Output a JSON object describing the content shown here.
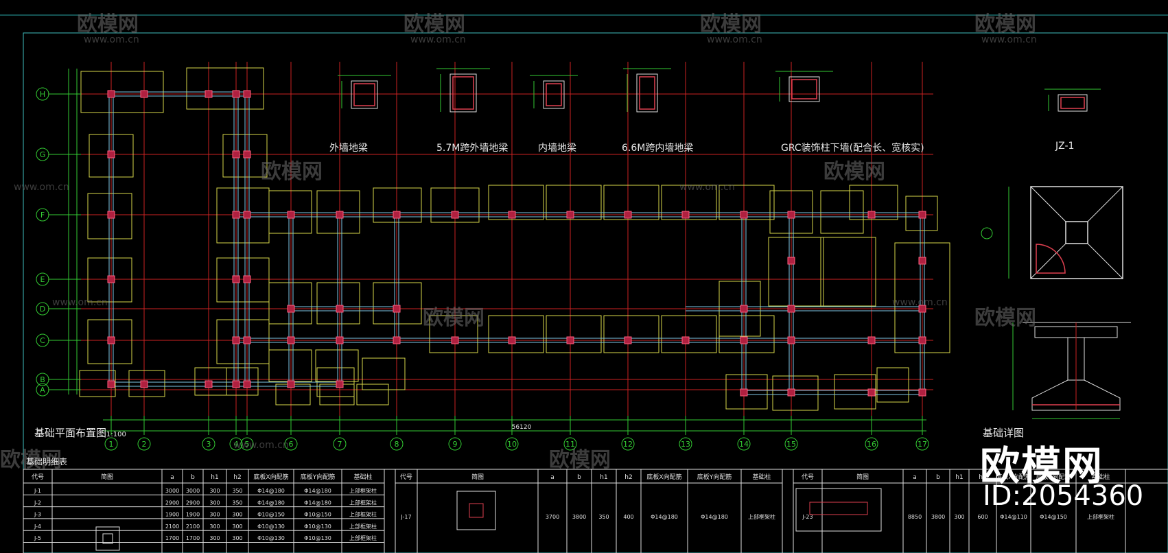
{
  "watermark": {
    "cn": "欧模网",
    "url": "www.om.cn"
  },
  "big_watermark": "欧模网",
  "id_text": "ID:2054360",
  "titles": {
    "plan": "基础平面布置图",
    "plan_scale": "1:100",
    "detail": "基础详图",
    "table": "基础明细表"
  },
  "sections": [
    "外墙地梁",
    "5.7M跨外墙地梁",
    "内墙地梁",
    "6.6M跨内墙地梁",
    "GRC装饰柱下墙(配合长、宽核实)",
    "JZ-1"
  ],
  "axes_horizontal": [
    "1",
    "2",
    "3",
    "4",
    "5",
    "6",
    "7",
    "8",
    "9",
    "10",
    "11",
    "12",
    "13",
    "14",
    "15",
    "16",
    "17"
  ],
  "axes_vertical": [
    "H",
    "G",
    "F",
    "E",
    "D",
    "C",
    "B",
    "A"
  ],
  "total_length": "56120",
  "table_headers": [
    "代号",
    "简图",
    "a",
    "b",
    "h1",
    "h2",
    "底板X向配筋",
    "底板Y向配筋",
    "基础柱"
  ],
  "table_rows": [
    [
      "J-1",
      "",
      "3000",
      "3000",
      "300",
      "350",
      "Φ14@180",
      "Φ14@180",
      "上部框架柱"
    ],
    [
      "J-2",
      "",
      "2900",
      "2900",
      "300",
      "350",
      "Φ14@180",
      "Φ14@180",
      "上部框架柱"
    ],
    [
      "J-3",
      "",
      "1900",
      "1900",
      "300",
      "300",
      "Φ10@150",
      "Φ10@150",
      "上部框架柱"
    ],
    [
      "J-4",
      "",
      "2100",
      "2100",
      "300",
      "300",
      "Φ10@130",
      "Φ10@130",
      "上部框架柱"
    ],
    [
      "J-5",
      "",
      "1700",
      "1700",
      "300",
      "300",
      "Φ10@130",
      "Φ10@130",
      "上部框架柱"
    ]
  ],
  "table_mid": [
    "J-17",
    "",
    "3700",
    "3800",
    "350",
    "400",
    "Φ14@180",
    "Φ14@180",
    "上部框架柱"
  ],
  "table_right": [
    "J-23",
    "",
    "8850",
    "3800",
    "300",
    "600",
    "Φ14@110",
    "Φ14@150",
    "上部框架柱"
  ],
  "colors": {
    "bg": "#000000",
    "grid": "#cc2222",
    "footing": "#d8d84a",
    "beam": "#7fc8e8",
    "text": "#e0e0e0",
    "dim": "#33cc33"
  }
}
